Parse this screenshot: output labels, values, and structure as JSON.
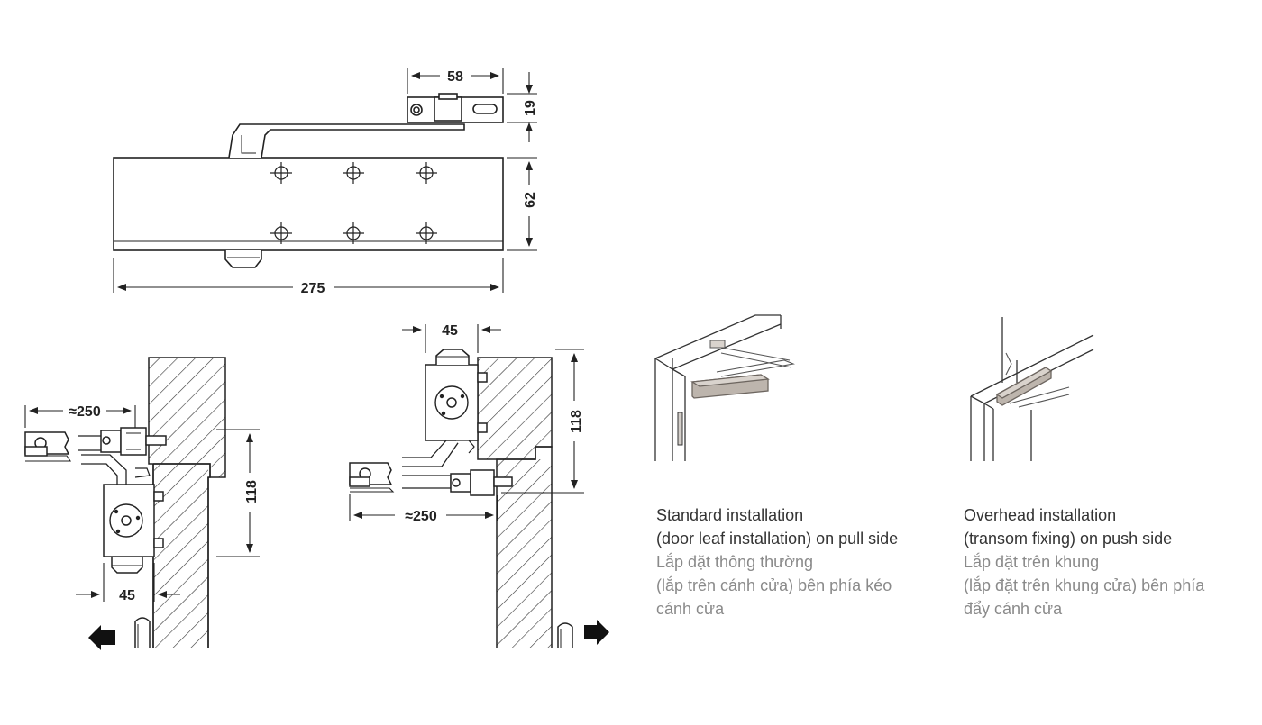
{
  "dimensions": {
    "arm_shoe_width": "58",
    "arm_shoe_height": "19",
    "body_height": "62",
    "body_length": "275",
    "approx_arm_left": "≈250",
    "approx_arm_right": "≈250",
    "height_left": "118",
    "height_right": "118",
    "offset_left": "45",
    "offset_right": "45"
  },
  "captions": {
    "standard": {
      "en_line1": "Standard installation",
      "en_line2": "(door leaf installation) on pull side",
      "vi_line1": "Lắp đặt thông thường",
      "vi_line2": "(lắp trên cánh cửa) bên phía kéo",
      "vi_line3": "cánh cửa"
    },
    "overhead": {
      "en_line1": "Overhead installation",
      "en_line2": "(transom fixing) on push side",
      "vi_line1": "Lắp đặt trên khung",
      "vi_line2": "(lắp đặt trên khung cửa) bên phía",
      "vi_line3": "đẩy cánh cửa"
    }
  },
  "colors": {
    "line": "#222222",
    "body_fill": "#ffffff",
    "hatch": "#333333",
    "arrow": "#111111",
    "closer_render": "#bdb5ad"
  }
}
